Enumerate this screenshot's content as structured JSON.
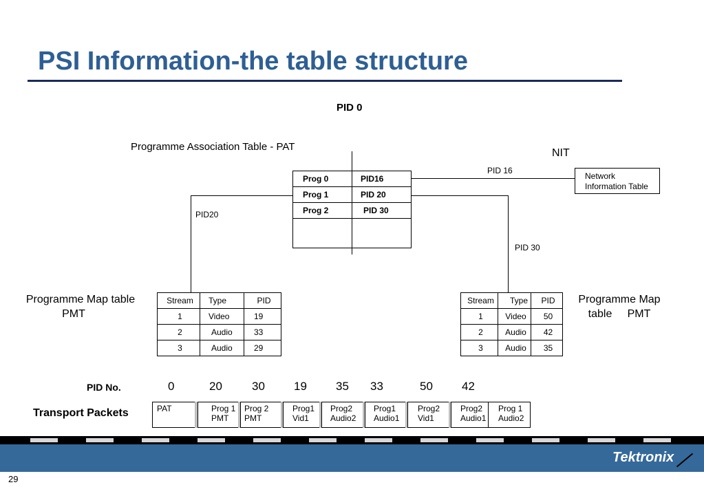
{
  "title": "PSI Information-the table structure",
  "pid0": "PID 0",
  "pat_caption": "Programme Association Table - PAT",
  "pat_rows": [
    [
      "Prog 0",
      "PID16"
    ],
    [
      "Prog 1",
      "PID 20"
    ],
    [
      "Prog 2",
      "PID 30"
    ]
  ],
  "nit_label": "NIT",
  "pid16_label": "PID 16",
  "nit_box": {
    "line1": "Network",
    "line2": "Information Table"
  },
  "pid20_label": "PID20",
  "pid30_label": "PID 30",
  "pmt_left_caption": {
    "line1": "Programme Map table",
    "line2": "PMT"
  },
  "pmt_right_caption": {
    "line1": "Programme Map",
    "line2": "table     PMT"
  },
  "pmt_left": {
    "headers": [
      "Stream",
      "Type",
      "PID"
    ],
    "rows": [
      [
        "1",
        "Video",
        "19"
      ],
      [
        "2",
        "Audio",
        "33"
      ],
      [
        "3",
        "Audio",
        "29"
      ]
    ]
  },
  "pmt_right": {
    "headers": [
      "Stream",
      "Type",
      "PID"
    ],
    "rows": [
      [
        "1",
        "Video",
        "50"
      ],
      [
        "2",
        "Audio",
        "42"
      ],
      [
        "3",
        "Audio",
        "35"
      ]
    ]
  },
  "pid_no_label": "PID No.",
  "pid_numbers": [
    "0",
    "20",
    "30",
    "19",
    "35",
    "33",
    "50",
    "42"
  ],
  "transport_label": "Transport Packets",
  "packets": [
    "PAT",
    "Prog 1\nPMT",
    "Prog 2\nPMT",
    "Prog1\nVid1",
    "Prog2\nAudio2",
    "Prog1\nAudio1",
    "Prog2\nVid1",
    "Prog2\nAudio1",
    "Prog 1\nAudio2"
  ],
  "page_number": "29",
  "logo": "Tektronix",
  "colors": {
    "title": "#2e5f94",
    "band": "#35699a"
  }
}
